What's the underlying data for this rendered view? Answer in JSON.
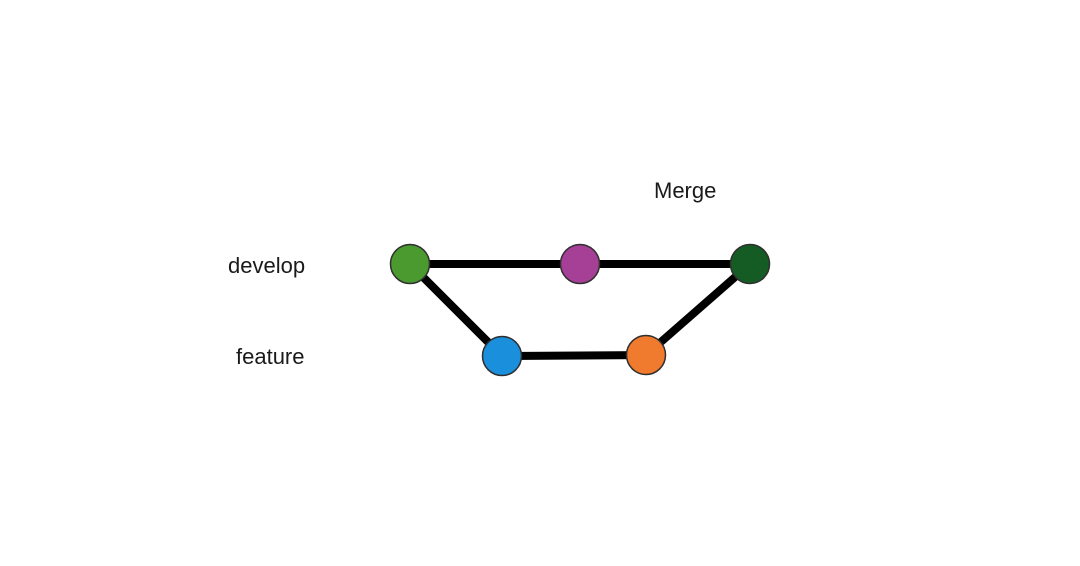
{
  "labels": {
    "develop": "develop",
    "feature": "feature",
    "merge": "Merge"
  },
  "nodes": [
    {
      "id": "develop-start",
      "branch": "develop",
      "color": "#4a9a2f"
    },
    {
      "id": "develop-mid",
      "branch": "develop",
      "color": "#a63f96"
    },
    {
      "id": "develop-merge",
      "branch": "develop",
      "color": "#155c24"
    },
    {
      "id": "feature-first",
      "branch": "feature",
      "color": "#1a8fdc"
    },
    {
      "id": "feature-second",
      "branch": "feature",
      "color": "#f07a2e"
    }
  ],
  "edges": [
    {
      "from": "develop-start",
      "to": "develop-mid"
    },
    {
      "from": "develop-mid",
      "to": "develop-merge"
    },
    {
      "from": "develop-start",
      "to": "feature-first"
    },
    {
      "from": "feature-first",
      "to": "feature-second"
    },
    {
      "from": "feature-second",
      "to": "develop-merge"
    }
  ]
}
